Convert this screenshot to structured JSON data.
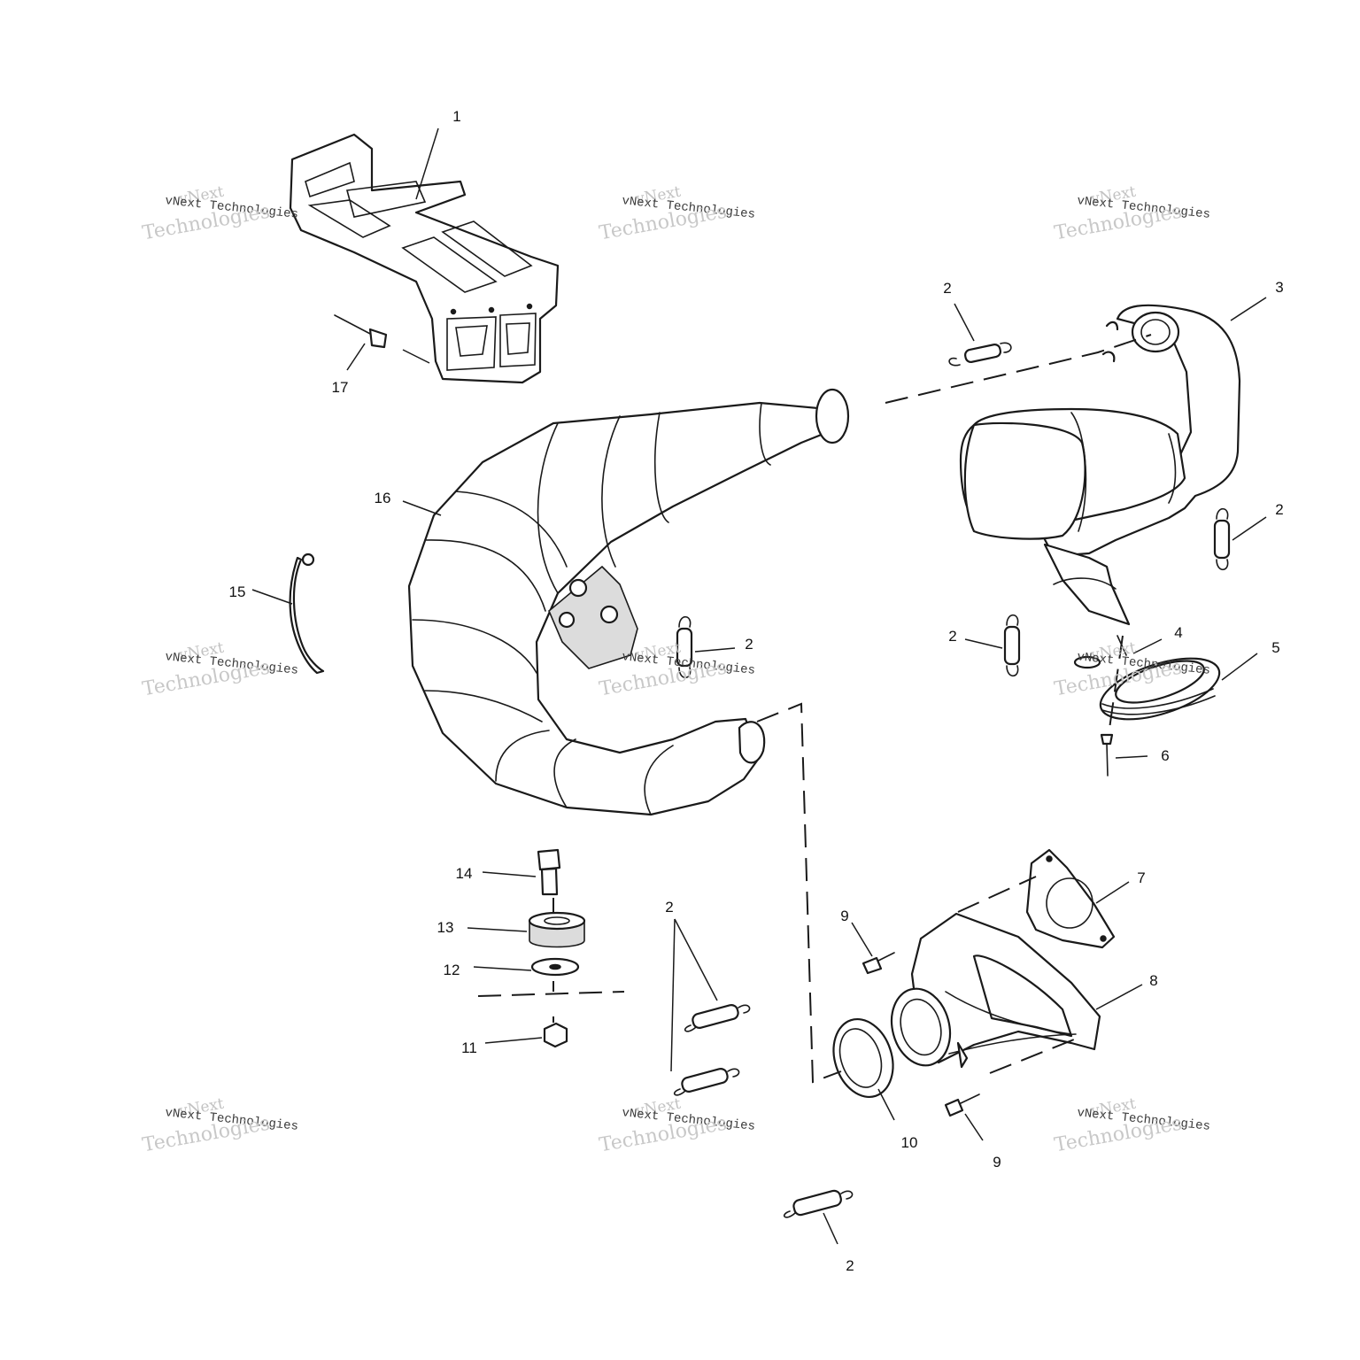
{
  "diagram": {
    "callouts": {
      "c1": "1",
      "c2": "2",
      "c3": "3",
      "c4": "4",
      "c5": "5",
      "c6": "6",
      "c7": "7",
      "c8": "8",
      "c9": "9",
      "c10": "10",
      "c11": "11",
      "c12": "12",
      "c13": "13",
      "c14": "14",
      "c15": "15",
      "c16": "16",
      "c17": "17"
    }
  },
  "watermark": {
    "line1": "vNext",
    "line2": "vNext Technologies",
    "line3": "Technologies"
  }
}
